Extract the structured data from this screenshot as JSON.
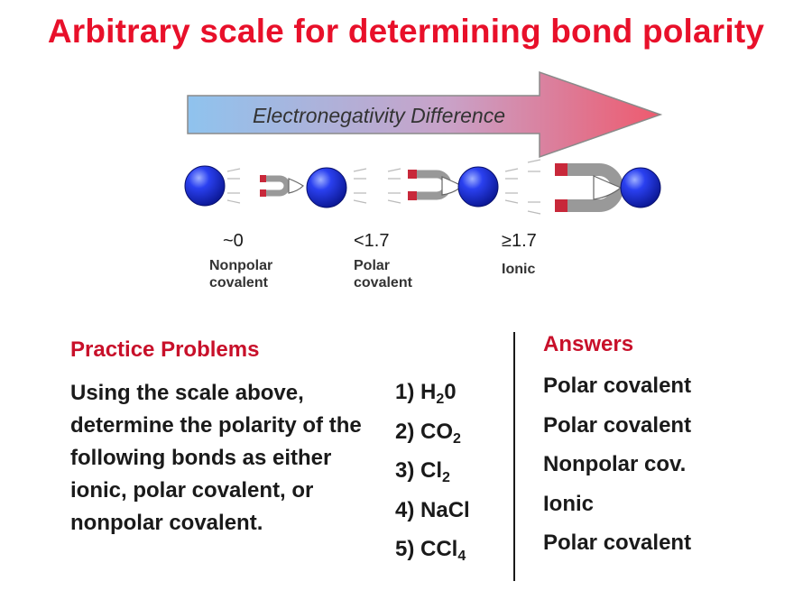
{
  "title": "Arbitrary scale for determining bond polarity",
  "scale": {
    "arrow_label": "Electronegativity Difference",
    "stages": [
      {
        "value": "~0",
        "name_line1": "Nonpolar",
        "name_line2": "covalent"
      },
      {
        "value": "<1.7",
        "name_line1": "Polar",
        "name_line2": "covalent"
      },
      {
        "value": "≥1.7",
        "name_line1": "Ionic",
        "name_line2": ""
      }
    ]
  },
  "practice": {
    "heading": "Practice Problems",
    "text": "Using the scale above, determine the polarity of the following bonds as either ionic, polar covalent, or nonpolar covalent.",
    "problems": [
      {
        "num": "1)",
        "formula": "H",
        "sub": "2",
        "rest": "0"
      },
      {
        "num": "2)",
        "formula": "CO",
        "sub": "2",
        "rest": ""
      },
      {
        "num": "3)",
        "formula": "Cl",
        "sub": "2",
        "rest": ""
      },
      {
        "num": "4)",
        "formula": "NaCl",
        "sub": "",
        "rest": ""
      },
      {
        "num": "5)",
        "formula": "CCl",
        "sub": "4",
        "rest": ""
      }
    ]
  },
  "answers": {
    "heading": "Answers",
    "items": [
      "Polar covalent",
      "Polar covalent",
      "Nonpolar cov.",
      "Ionic",
      "Polar covalent"
    ]
  },
  "colors": {
    "title": "#e8102a",
    "heading": "#c8102a",
    "arrow_start": "#8fc3ee",
    "arrow_end": "#ee5a6e",
    "atom": "#1428d8",
    "magnet_red": "#c8283a"
  }
}
